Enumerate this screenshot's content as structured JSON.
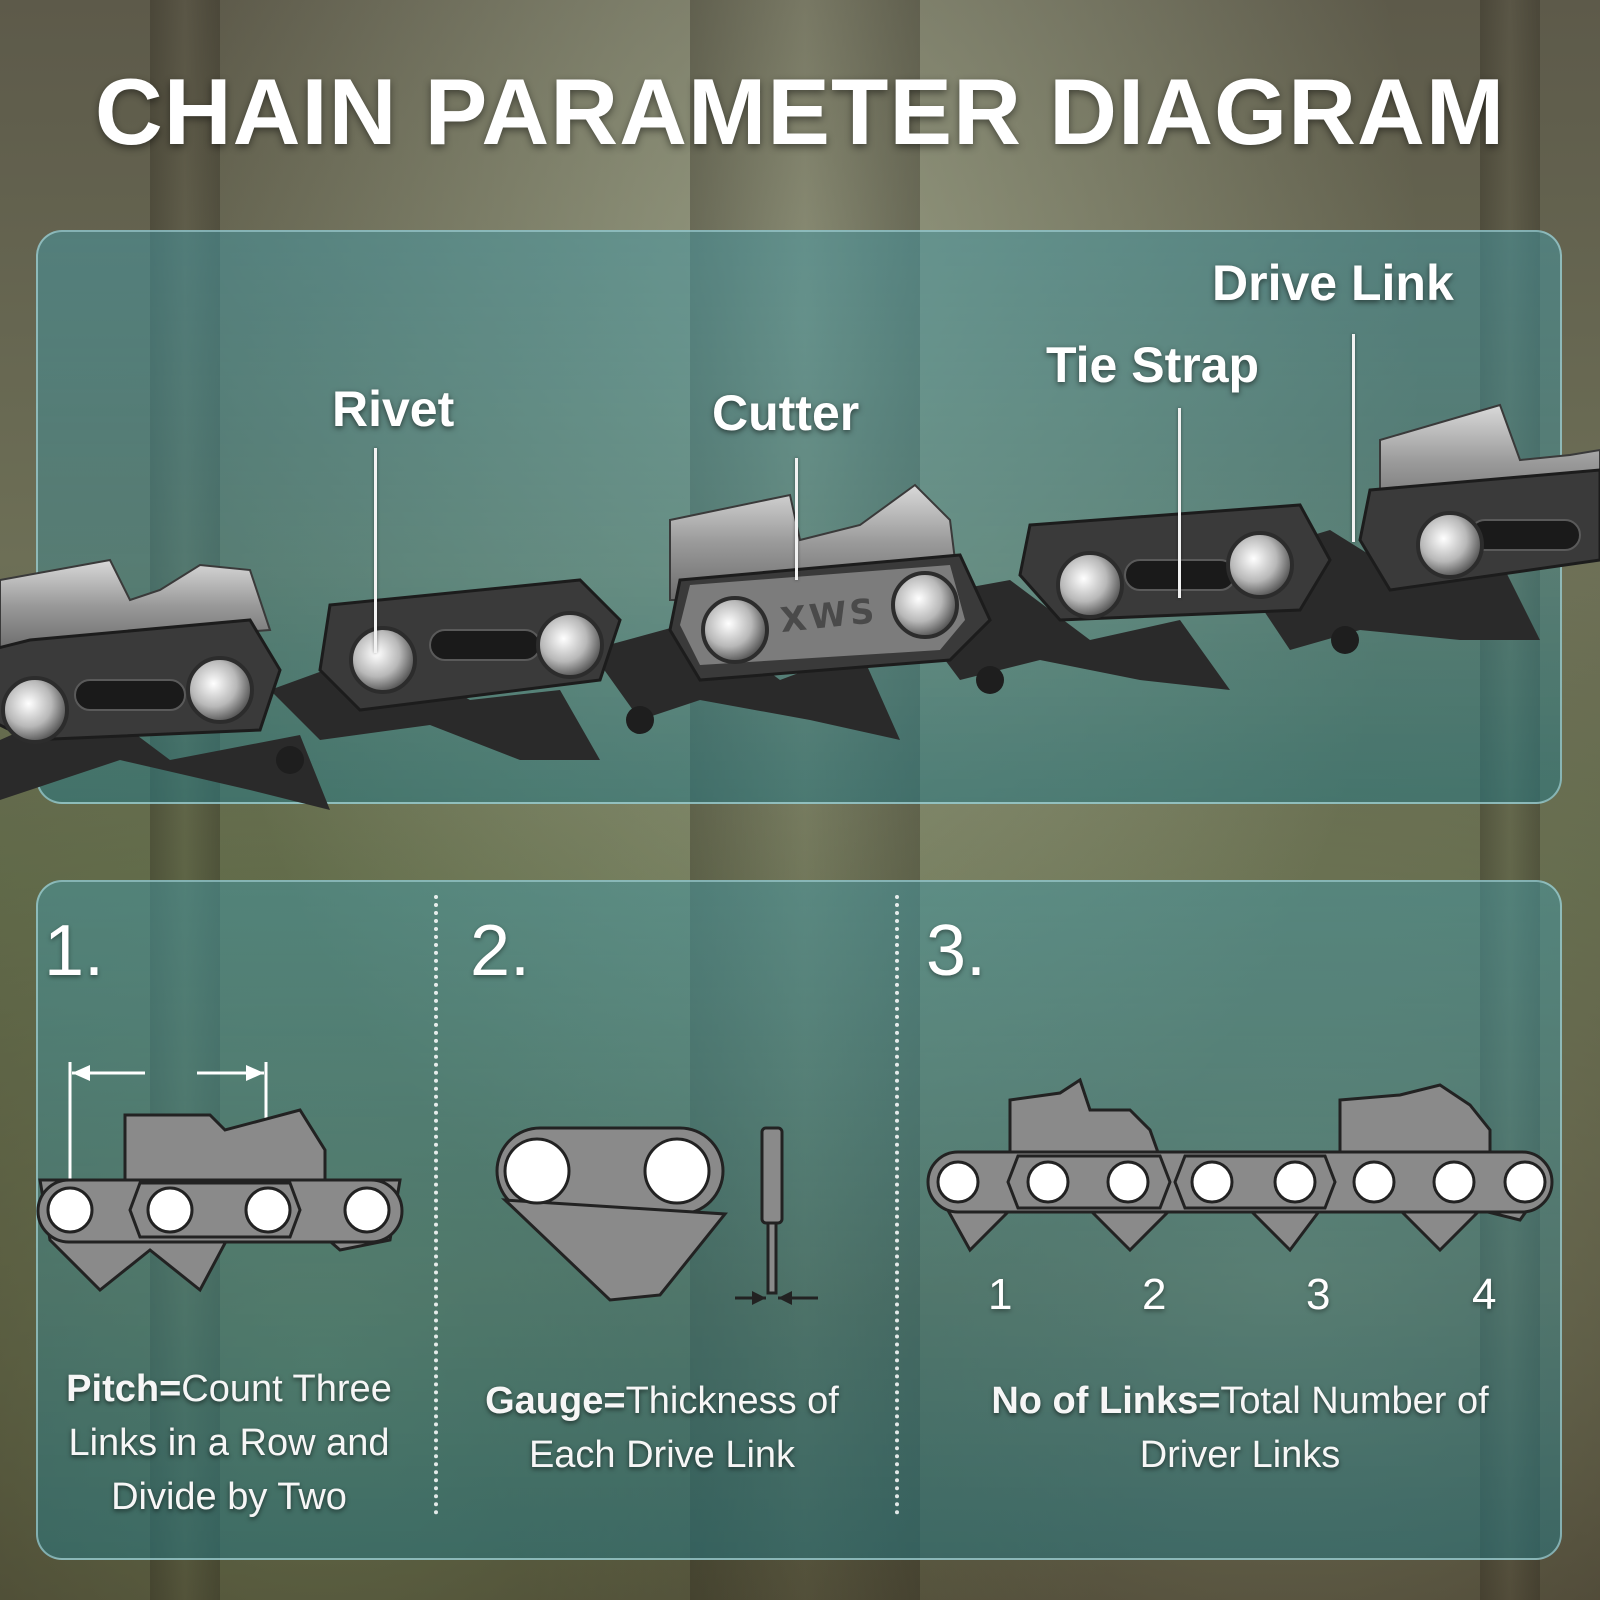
{
  "title": "CHAIN PARAMETER DIAGRAM",
  "top_panel": {
    "brand_mark": "XWS",
    "labels": {
      "rivet": "Rivet",
      "cutter": "Cutter",
      "tie_strap": "Tie Strap",
      "drive_link": "Drive Link"
    }
  },
  "steps": [
    {
      "number": "1.",
      "term": "Pitch=",
      "description_lines": [
        "Count Three",
        "Links in a Row and",
        "Divide by Two"
      ]
    },
    {
      "number": "2.",
      "term": "Gauge=",
      "description_lines": [
        "Thickness of",
        "Each Drive Link"
      ]
    },
    {
      "number": "3.",
      "term": "No of Links=",
      "description_lines": [
        "Total Number of",
        "Driver Links"
      ]
    }
  ],
  "link_counter": [
    "1",
    "2",
    "3",
    "4"
  ],
  "colors": {
    "title": "#ffffff",
    "panel_tint": "#3f8f98",
    "chain_dark": "#2b2b2b",
    "chain_silver": "#a7a7a7",
    "diagram_gray": "#8c8c8c"
  }
}
